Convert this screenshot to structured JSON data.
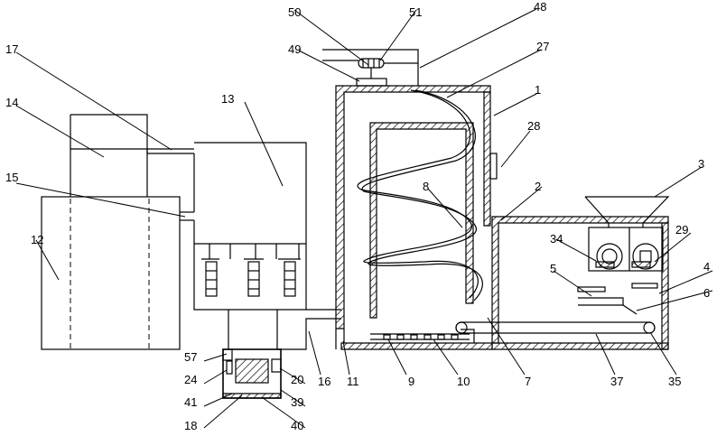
{
  "labels": [
    "50",
    "51",
    "48",
    "49",
    "27",
    "1",
    "17",
    "14",
    "13",
    "28",
    "3",
    "15",
    "8",
    "2",
    "12",
    "29",
    "34",
    "5",
    "4",
    "6",
    "57",
    "24",
    "41",
    "18",
    "40",
    "39",
    "20",
    "16",
    "11",
    "9",
    "10",
    "7",
    "37",
    "35"
  ]
}
